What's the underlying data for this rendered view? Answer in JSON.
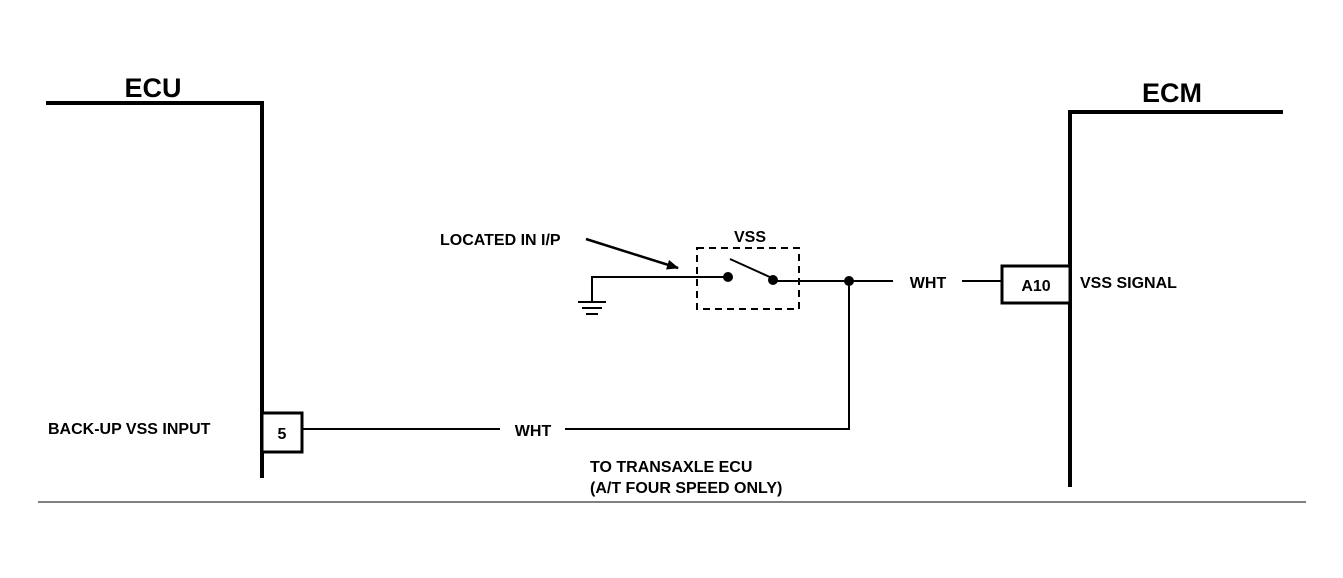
{
  "ecu": {
    "title": "ECU",
    "pin": "5",
    "pin_label": "BACK-UP VSS INPUT"
  },
  "ecm": {
    "title": "ECM",
    "pin": "A10",
    "pin_label": "VSS SIGNAL"
  },
  "vss": {
    "label": "VSS",
    "location_note": "LOCATED IN I/P"
  },
  "wires": {
    "top_color": "WHT",
    "bottom_color": "WHT"
  },
  "notes": {
    "transaxle_line1": "TO TRANSAXLE ECU",
    "transaxle_line2": "(A/T FOUR SPEED ONLY)"
  }
}
